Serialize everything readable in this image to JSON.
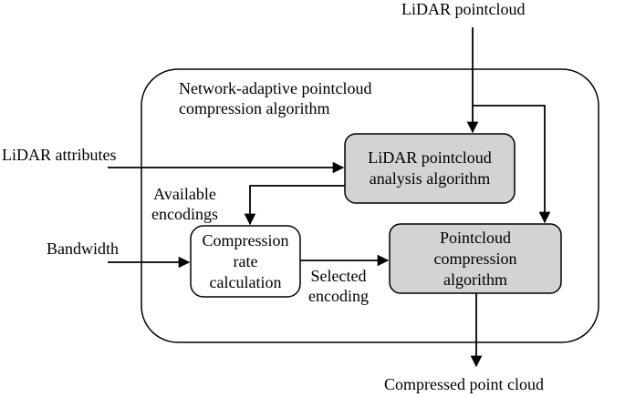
{
  "inputs": {
    "pointcloud": "LiDAR pointcloud",
    "attributes": "LiDAR attributes",
    "bandwidth": "Bandwidth"
  },
  "output": "Compressed point cloud",
  "container": {
    "title": "Network-adaptive pointcloud\ncompression algorithm"
  },
  "blocks": {
    "analysis": "LiDAR pointcloud\nanalysis algorithm",
    "rate": "Compression\nrate\ncalculation",
    "compression": "Pointcloud\ncompression\nalgorithm"
  },
  "edge_labels": {
    "available": "Available\nencodings",
    "selected": "Selected\nencoding"
  },
  "colors": {
    "block_fill": "#d3d3d3",
    "line": "#000000"
  }
}
